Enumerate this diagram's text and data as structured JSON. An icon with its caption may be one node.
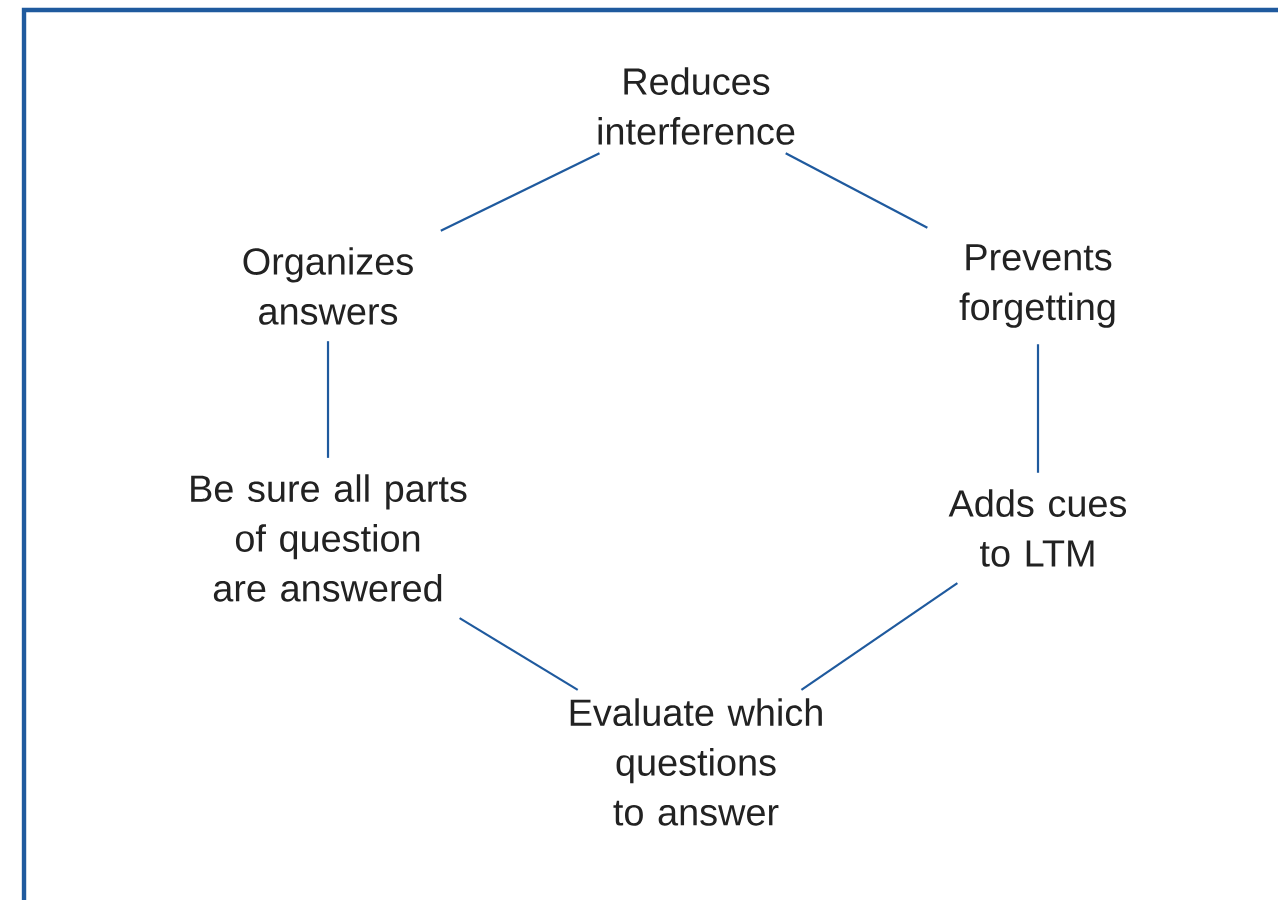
{
  "diagram": {
    "nodes": [
      {
        "text": [
          "Reduces interference"
        ]
      },
      {
        "text": [
          "Organizes answers"
        ]
      },
      {
        "text": [
          "Prevents forgetting"
        ]
      },
      {
        "text": [
          "Be sure all parts of question are answered"
        ]
      },
      {
        "text": [
          "Adds cues to LTM"
        ]
      },
      {
        "text": [
          "Evaluate which questions to answer"
        ]
      }
    ],
    "edges": [
      {
        "from": 0,
        "to": 1,
        "arrow": "none"
      },
      {
        "from": 0,
        "to": 2,
        "arrow": "none"
      },
      {
        "from": 1,
        "to": 3,
        "arrow": "none"
      },
      {
        "from": 2,
        "to": 4,
        "arrow": "none"
      },
      {
        "from": 3,
        "to": 5,
        "arrow": "none"
      },
      {
        "from": 4,
        "to": 5,
        "arrow": "none"
      }
    ]
  }
}
